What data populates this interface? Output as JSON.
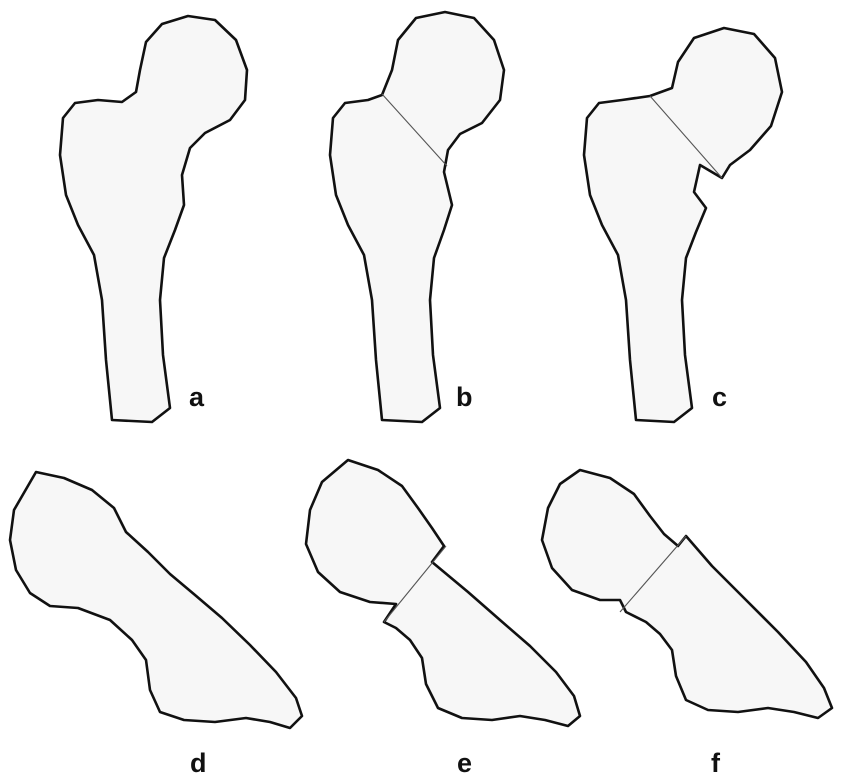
{
  "panels": [
    {
      "label": "a",
      "view": "frontal",
      "cut": "none"
    },
    {
      "label": "b",
      "view": "frontal",
      "cut": "neck-osteotomy"
    },
    {
      "label": "c",
      "view": "frontal",
      "cut": "neck-osteotomy-shifted"
    },
    {
      "label": "d",
      "view": "lateral",
      "cut": "none"
    },
    {
      "label": "e",
      "view": "lateral",
      "cut": "neck-osteotomy"
    },
    {
      "label": "f",
      "view": "lateral",
      "cut": "neck-osteotomy-shifted"
    }
  ]
}
